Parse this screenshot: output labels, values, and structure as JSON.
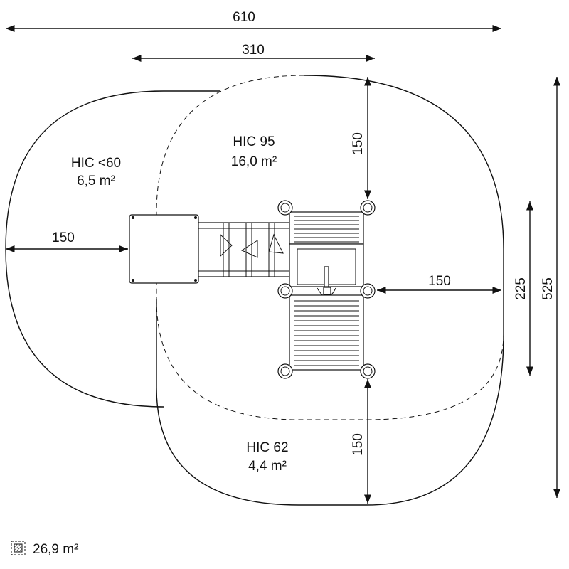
{
  "dimensions": {
    "total_width": "610",
    "structure_width": "310",
    "left_offset": "150",
    "right_offset": "150",
    "top_offset": "150",
    "bottom_offset": "150",
    "structure_depth": "225",
    "total_depth": "525"
  },
  "zones": [
    {
      "hic": "HIC <60",
      "area": "6,5 m²"
    },
    {
      "hic": "HIC 95",
      "area": "16,0 m²"
    },
    {
      "hic": "HIC 62",
      "area": "4,4 m²"
    }
  ],
  "legend": {
    "icon": "hatched-area-icon",
    "total_area": "26,9 m²"
  }
}
